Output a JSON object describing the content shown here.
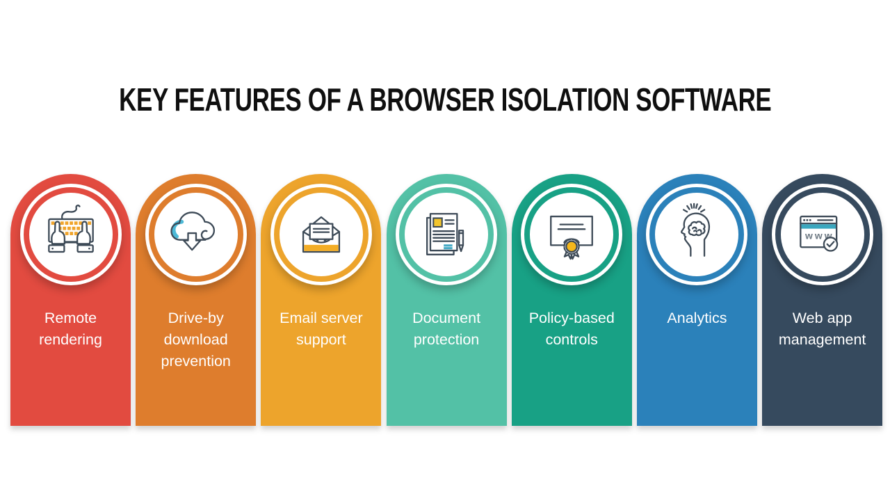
{
  "title": "KEY FEATURES OF A BROWSER ISOLATION SOFTWARE",
  "title_color": "#0f0f0f",
  "background_color": "#ffffff",
  "columns": [
    {
      "label": "Remote rendering",
      "color": "#e24b40",
      "icon": "keyboard-hands-icon"
    },
    {
      "label": "Drive-by download prevention",
      "color": "#de7d2d",
      "icon": "cloud-download-icon"
    },
    {
      "label": "Email server support",
      "color": "#eda42c",
      "icon": "email-envelope-icon"
    },
    {
      "label": "Document protection",
      "color": "#53c1a6",
      "icon": "document-pen-icon"
    },
    {
      "label": "Policy-based controls",
      "color": "#18a185",
      "icon": "certificate-ribbon-icon"
    },
    {
      "label": "Analytics",
      "color": "#2b81ba",
      "icon": "head-brain-icon"
    },
    {
      "label": "Web app management",
      "color": "#364a5e",
      "icon": "browser-www-icon"
    }
  ],
  "icons": {
    "browser_www_text": "www",
    "stroke_color": "#3d4a57",
    "keyboard_key_color": "#f0a42b",
    "envelope_band_color": "#f3ad25",
    "document_square_color": "#f2c52d",
    "document_highlight_color": "#45aac5",
    "cloud_accent_color": "#4db9d7",
    "browser_band_color": "#3aa7bf",
    "medal_gold_color": "#f5b71c"
  }
}
